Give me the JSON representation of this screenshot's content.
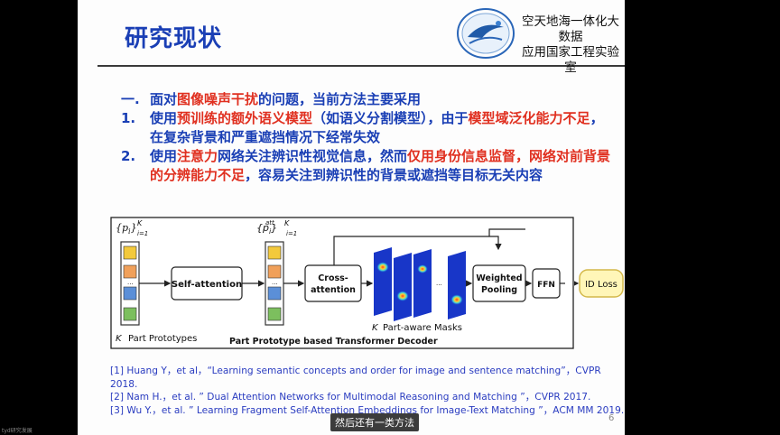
{
  "slide": {
    "title": "研究现状",
    "org_line1": "空天地海一体化大数据",
    "org_line2": "应用国家工程实验室",
    "page_number": "6"
  },
  "bullets": {
    "item0": {
      "num": "一.",
      "a": "面对",
      "b": "图像噪声干扰",
      "c": "的问题，当前方法主要采用"
    },
    "item1": {
      "num": "1.",
      "a": "使用",
      "b": "预训练的额外语义模型",
      "c": "（如语义分割模型），由于",
      "d": "模型域泛化能力不足",
      "e": "，在复杂背景和严重遮挡情况下经常失效"
    },
    "item2": {
      "num": "2.",
      "a": "使用",
      "b": "注意力",
      "c": "网络关注辨识性视觉信息，然而",
      "d": "仅用身份信息监督，网络对前背景的分辨能力不足",
      "e": "，容易关注到辨识性的背景或遮挡等目标无关内容"
    }
  },
  "diagram": {
    "set_left": "{p",
    "set_left_sub": "i",
    "set_left_tail": "}",
    "set_left_sup": "K",
    "set_left_lim": "i=1",
    "set_mid": "{p",
    "set_mid_sup_att": "att",
    "set_mid_sub": "i",
    "set_mid_tail": "}",
    "set_mid_sup": "K",
    "set_mid_lim": "i=1",
    "self_attention": "Self-attention",
    "cross_1": "Cross-",
    "cross_2": "attention",
    "weighted_1": "Weighted",
    "weighted_2": "Pooling",
    "ffn": "FFN",
    "id_loss": "ID Loss",
    "dots": "...",
    "part_prototypes": "Part Prototypes",
    "k": "K",
    "masks": "Part-aware Masks",
    "decoder": "Part Prototype based Transformer Decoder",
    "colors": {
      "yellow": "#f3c93c",
      "orange": "#f0a05a",
      "blue": "#5b8fd8",
      "green": "#7cbf5e",
      "loss": "#fff6b8"
    }
  },
  "references": [
    "[1] Huang Y，et al，“Learning semantic concepts and order for image and sentence matching”，CVPR 2018.",
    "[2] Nam H.，et al. ” Dual Attention Networks for Multimodal Reasoning and Matching ”，CVPR 2017.",
    "[3] Wu Y.，et al. ” Learning Fragment Self-Attention Embeddings for Image-Text Matching ”，ACM MM 2019."
  ],
  "caption": "然后还有一类方法",
  "corner_label": "tyd研究发展"
}
